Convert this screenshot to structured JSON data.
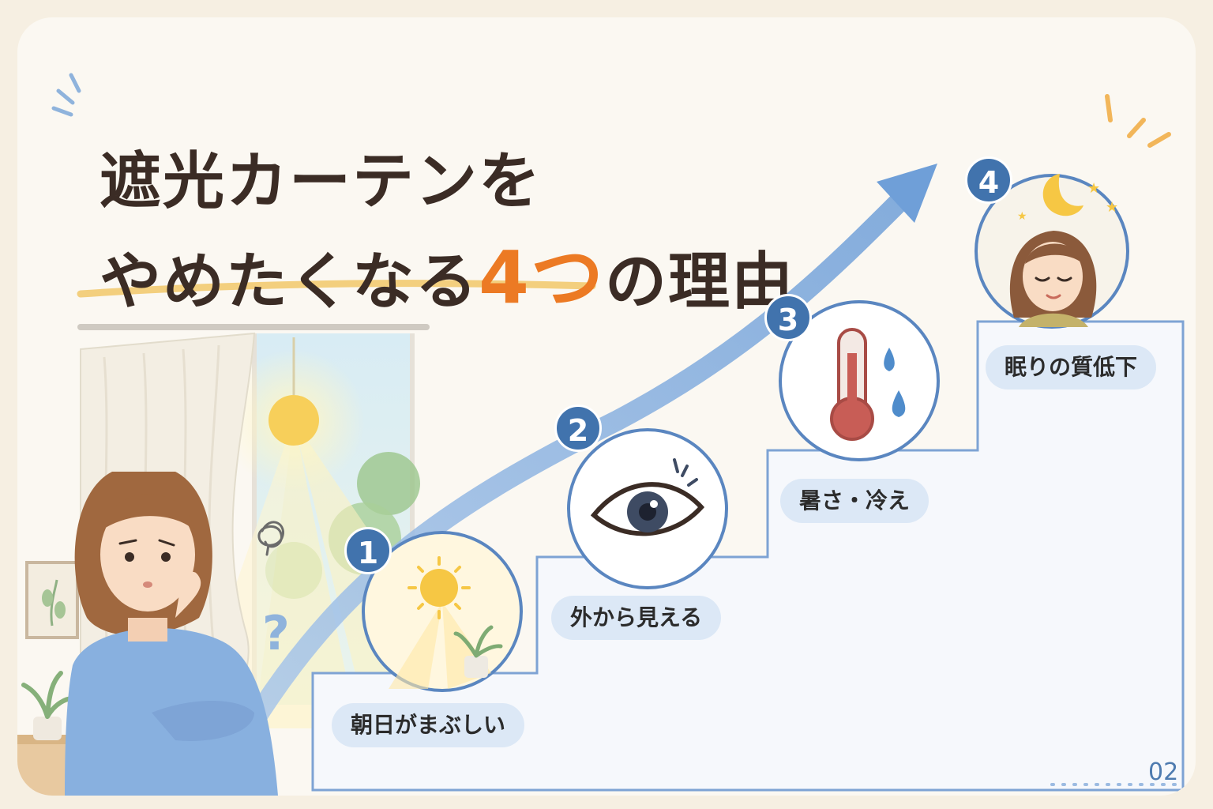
{
  "title": {
    "line1": "遮光カーテンを",
    "line2_prefix": "やめたくなる",
    "line2_accent": "4つ",
    "line2_suffix": "の理由"
  },
  "steps": [
    {
      "number": "1",
      "label": "朝日がまぶしい",
      "icon": "sun-icon"
    },
    {
      "number": "2",
      "label": "外から見える",
      "icon": "eye-icon"
    },
    {
      "number": "3",
      "label": "暑さ・冷え",
      "icon": "thermometer-icon"
    },
    {
      "number": "4",
      "label": "眠りの質低下",
      "icon": "sleeping-woman-moon-icon"
    }
  ],
  "page_number": "02",
  "colors": {
    "accent": "#ec7a24",
    "step_blue": "#4173ad",
    "label_bg": "#dce8f6",
    "title_text": "#3b2c25"
  }
}
